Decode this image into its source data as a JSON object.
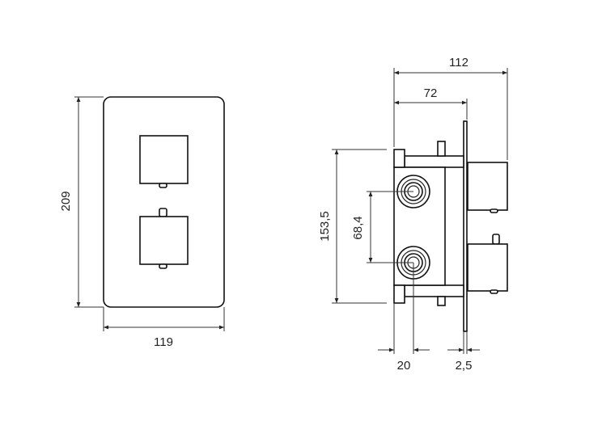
{
  "front_view": {
    "height_label": "209",
    "width_label": "119"
  },
  "side_view": {
    "total_depth_label": "112",
    "body_depth_label": "72",
    "body_height_label": "153,5",
    "connector_spacing_label": "68,4",
    "connector_offset_label": "20",
    "plate_thickness_label": "2,5"
  }
}
